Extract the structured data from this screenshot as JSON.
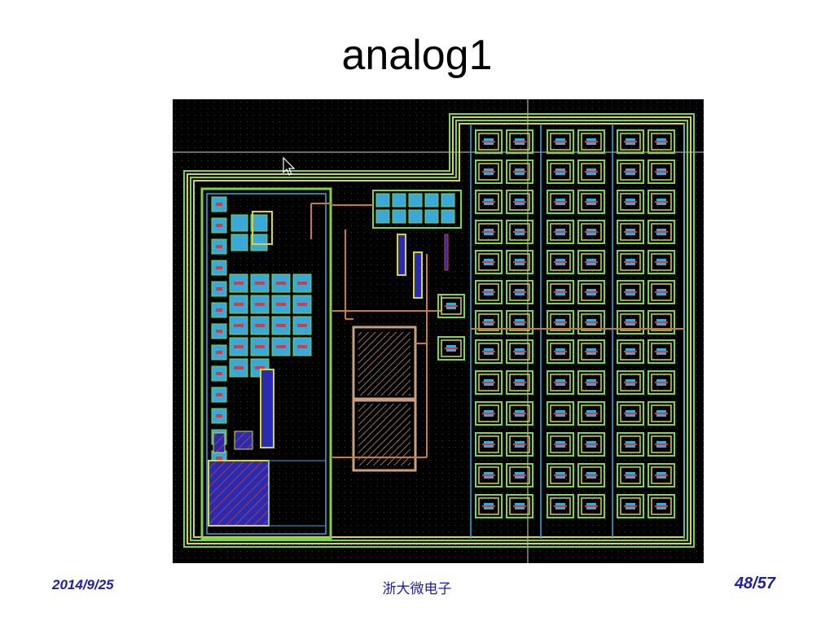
{
  "slide": {
    "title": "analog1"
  },
  "layout_view": {
    "colors": {
      "background": "#000000",
      "grid_dot": "#3a3a3a",
      "guard_ring_green": "#7cd44a",
      "guard_ring_yellow": "#d6d63a",
      "metal_cyan": "#3aa8d8",
      "poly_red": "#d04040",
      "diffusion_blue": "#2b2bb0",
      "resistor_hatch": "#c8a080",
      "wire_orange": "#c87a3a",
      "cursor": "#ffffff"
    },
    "icons": [
      "mouse-pointer-icon"
    ]
  },
  "footer": {
    "date": "2014/9/25",
    "organization": "浙大微电子",
    "page": "48/57"
  }
}
